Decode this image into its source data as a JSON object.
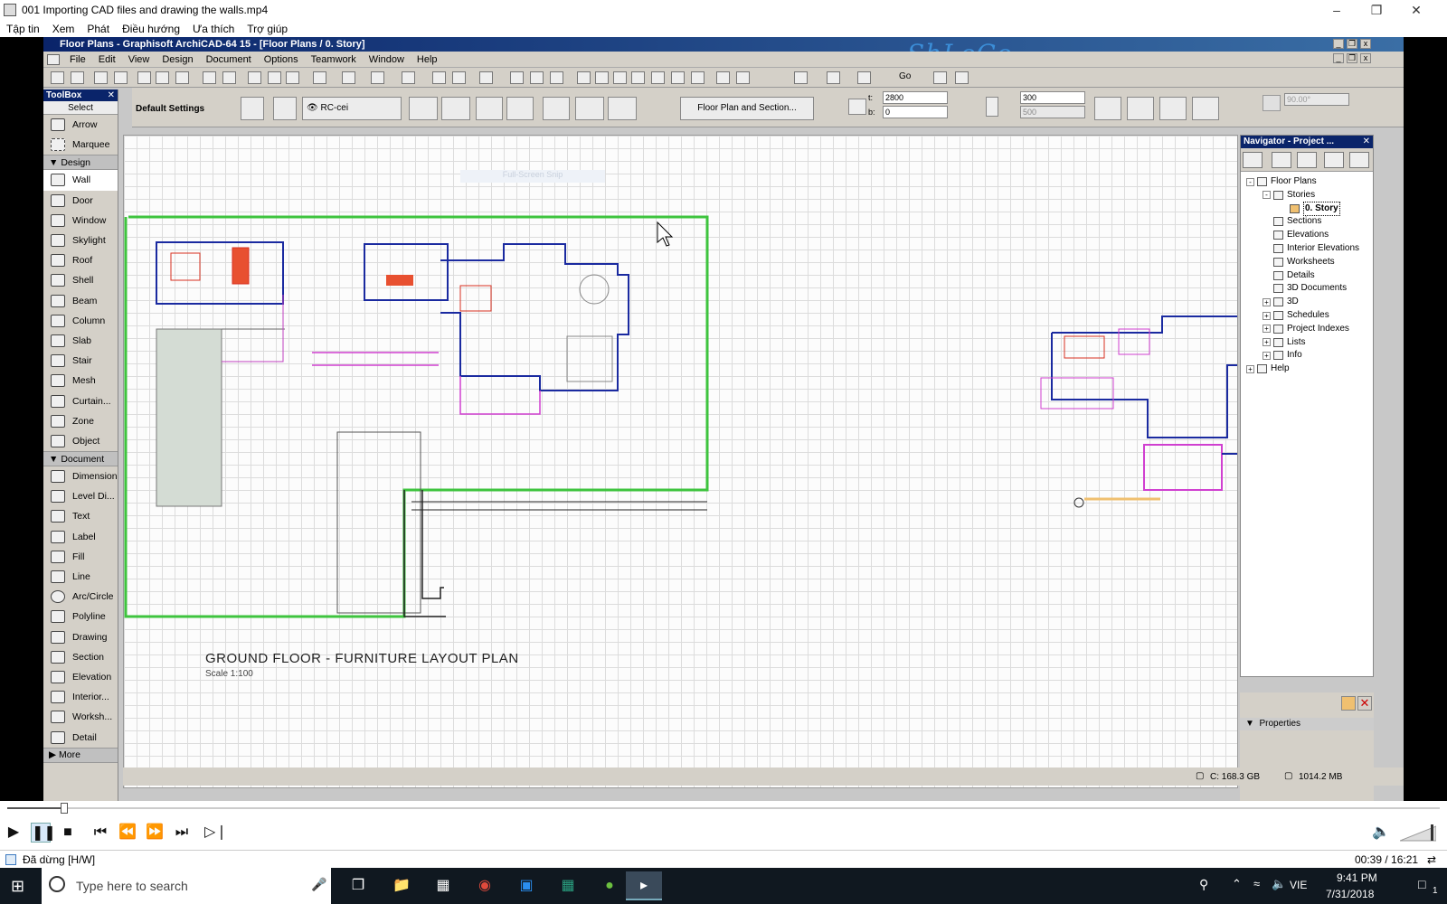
{
  "player": {
    "title": "001 Importing CAD files and drawing the walls.mp4",
    "menu": [
      "Tập tin",
      "Xem",
      "Phát",
      "Điều hướng",
      "Ưa thích",
      "Trợ giúp"
    ],
    "elapsed": "00:39",
    "duration": "16:21",
    "time_display": "00:39 / 16:21",
    "status": "Đã dừng [H/W]",
    "progress": 0.04,
    "volume": 0.9
  },
  "app": {
    "title": "Floor Plans - Graphisoft ArchiCAD-64 15 - [Floor Plans / 0. Story]",
    "watermark": "ShLeCe",
    "menu": [
      "File",
      "Edit",
      "View",
      "Design",
      "Document",
      "Options",
      "Teamwork",
      "Window",
      "Help"
    ],
    "go_label": "Go"
  },
  "infobox": {
    "default_settings": "Default Settings",
    "layer": "RC-cei",
    "section_button": "Floor Plan and Section...",
    "t_label": "t:",
    "b_label": "b:",
    "top_value": "2800",
    "bottom_value": "0",
    "height_value": "300",
    "height_value2": "500",
    "angle_value": "90.00°"
  },
  "toolbox": {
    "title": "ToolBox",
    "select": "Select",
    "top_tools": [
      "Arrow",
      "Marquee"
    ],
    "design_header": "Design",
    "design_tools": [
      "Wall",
      "Door",
      "Window",
      "Skylight",
      "Roof",
      "Shell",
      "Beam",
      "Column",
      "Slab",
      "Stair",
      "Mesh",
      "Curtain...",
      "Zone",
      "Object"
    ],
    "document_header": "Document",
    "document_tools": [
      "Dimension",
      "Level Di...",
      "Text",
      "Label",
      "Fill",
      "Line",
      "Arc/Circle",
      "Polyline",
      "Drawing",
      "Section",
      "Elevation",
      "Interior...",
      "Worksh...",
      "Detail"
    ],
    "more": "More",
    "active_tool": "Wall"
  },
  "canvas": {
    "drawing_title": "GROUND FLOOR - FURNITURE LAYOUT PLAN",
    "scale": "Scale 1:100",
    "hint": "Full-Screen Snip"
  },
  "navigator": {
    "title": "Navigator - Project ...",
    "tree": [
      {
        "label": "Floor Plans",
        "level": 0,
        "expand": "-"
      },
      {
        "label": "Stories",
        "level": 1,
        "expand": "-"
      },
      {
        "label": "0. Story",
        "level": 2,
        "expand": "",
        "selected": true
      },
      {
        "label": "Sections",
        "level": 1,
        "expand": ""
      },
      {
        "label": "Elevations",
        "level": 1,
        "expand": ""
      },
      {
        "label": "Interior Elevations",
        "level": 1,
        "expand": ""
      },
      {
        "label": "Worksheets",
        "level": 1,
        "expand": ""
      },
      {
        "label": "Details",
        "level": 1,
        "expand": ""
      },
      {
        "label": "3D Documents",
        "level": 1,
        "expand": ""
      },
      {
        "label": "3D",
        "level": 1,
        "expand": "+"
      },
      {
        "label": "Schedules",
        "level": 1,
        "expand": "+"
      },
      {
        "label": "Project Indexes",
        "level": 1,
        "expand": "+"
      },
      {
        "label": "Lists",
        "level": 1,
        "expand": "+"
      },
      {
        "label": "Info",
        "level": 1,
        "expand": "+"
      },
      {
        "label": "Help",
        "level": 0,
        "expand": "+"
      }
    ],
    "properties": "Properties"
  },
  "status": {
    "disk": "C: 168.3 GB",
    "memory": "1014.2 MB"
  },
  "taskbar": {
    "search_placeholder": "Type here to search",
    "language": "VIE",
    "time": "9:41 PM",
    "date": "7/31/2018",
    "notifications": "1"
  },
  "colors": {
    "title_bar": "#0a246a",
    "boundary_green": "#3ec43e",
    "wall_blue": "#1a2aa0",
    "wall_red": "#d83020",
    "magenta": "#d040d0"
  }
}
